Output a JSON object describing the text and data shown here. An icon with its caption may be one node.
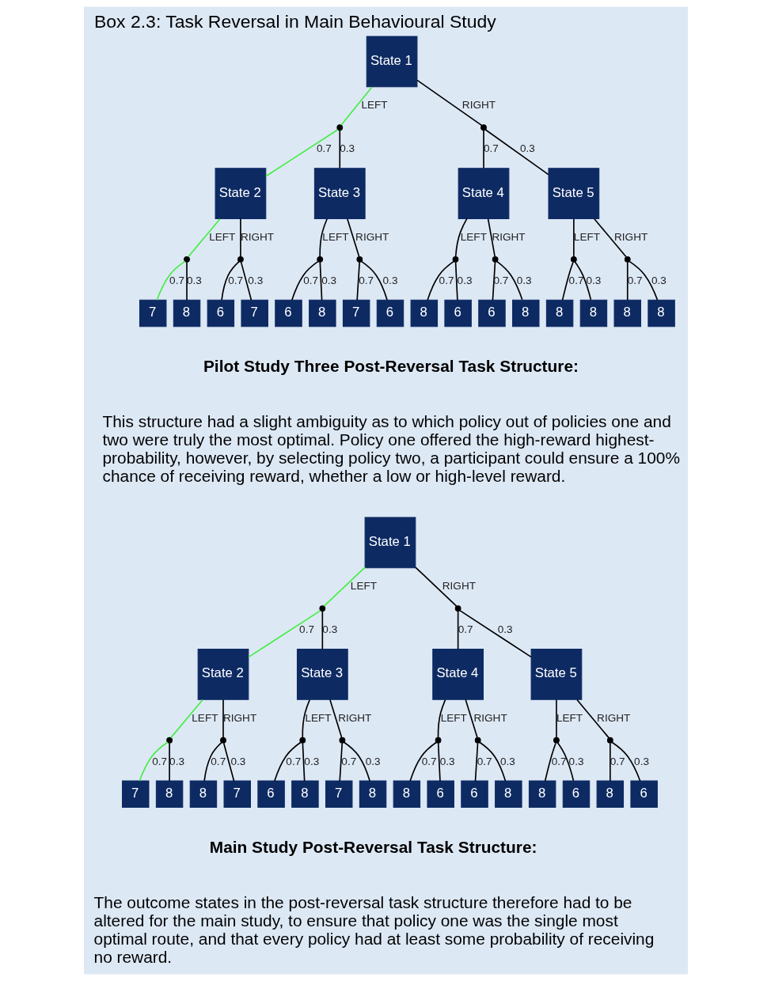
{
  "diagram": {
    "title": "Box 2.3: Task Reversal in Main Behavioural Study",
    "nodes": [
      {
        "text": [
          "State 1"
        ]
      },
      {
        "text": [],
        "shape": "circle"
      },
      {
        "text": [],
        "shape": "circle"
      },
      {
        "text": [
          "State 2"
        ]
      },
      {
        "text": [
          "State 3"
        ]
      },
      {
        "text": [
          "State 4"
        ]
      },
      {
        "text": [
          "State 5"
        ]
      },
      {
        "text": [],
        "shape": "circle"
      },
      {
        "text": [],
        "shape": "circle"
      },
      {
        "text": [],
        "shape": "circle"
      },
      {
        "text": [],
        "shape": "circle"
      },
      {
        "text": [],
        "shape": "circle"
      },
      {
        "text": [],
        "shape": "circle"
      },
      {
        "text": [],
        "shape": "circle"
      },
      {
        "text": [],
        "shape": "circle"
      },
      {
        "text": [
          "7"
        ]
      },
      {
        "text": [
          "8"
        ]
      },
      {
        "text": [
          "6"
        ]
      },
      {
        "text": [
          "7"
        ]
      },
      {
        "text": [
          "6"
        ]
      },
      {
        "text": [
          "8"
        ]
      },
      {
        "text": [
          "7"
        ]
      },
      {
        "text": [
          "6"
        ]
      },
      {
        "text": [
          "8"
        ]
      },
      {
        "text": [
          "6"
        ]
      },
      {
        "text": [
          "6"
        ]
      },
      {
        "text": [
          "8"
        ]
      },
      {
        "text": [
          "8"
        ]
      },
      {
        "text": [
          "8"
        ]
      },
      {
        "text": [
          "8"
        ]
      },
      {
        "text": [
          "8"
        ]
      },
      {
        "text": [
          "State 1"
        ]
      },
      {
        "text": [],
        "shape": "circle"
      },
      {
        "text": [],
        "shape": "circle"
      },
      {
        "text": [
          "State 2"
        ]
      },
      {
        "text": [
          "State 3"
        ]
      },
      {
        "text": [
          "State 4"
        ]
      },
      {
        "text": [
          "State 5"
        ]
      },
      {
        "text": [],
        "shape": "circle"
      },
      {
        "text": [],
        "shape": "circle"
      },
      {
        "text": [],
        "shape": "circle"
      },
      {
        "text": [],
        "shape": "circle"
      },
      {
        "text": [],
        "shape": "circle"
      },
      {
        "text": [],
        "shape": "circle"
      },
      {
        "text": [],
        "shape": "circle"
      },
      {
        "text": [],
        "shape": "circle"
      },
      {
        "text": [
          "7"
        ]
      },
      {
        "text": [
          "8"
        ]
      },
      {
        "text": [
          "8"
        ]
      },
      {
        "text": [
          "7"
        ]
      },
      {
        "text": [
          "6"
        ]
      },
      {
        "text": [
          "8"
        ]
      },
      {
        "text": [
          "7"
        ]
      },
      {
        "text": [
          "8"
        ]
      },
      {
        "text": [
          "8"
        ]
      },
      {
        "text": [
          "6"
        ]
      },
      {
        "text": [
          "6"
        ]
      },
      {
        "text": [
          "8"
        ]
      },
      {
        "text": [
          "8"
        ]
      },
      {
        "text": [
          "6"
        ]
      },
      {
        "text": [
          "8"
        ]
      },
      {
        "text": [
          "6"
        ]
      }
    ],
    "edges": [
      {
        "from": 0,
        "to": 1,
        "arrow": "none",
        "label": "LEFT",
        "color": "#44ee44"
      },
      {
        "from": 0,
        "to": 2,
        "arrow": "none",
        "label": "RIGHT"
      },
      {
        "from": 1,
        "to": 3,
        "arrow": "none",
        "label": "0.7",
        "color": "#44ee44"
      },
      {
        "from": 1,
        "to": 4,
        "arrow": "none",
        "label": "0.3"
      },
      {
        "from": 2,
        "to": 5,
        "arrow": "none",
        "label": "0.7"
      },
      {
        "from": 2,
        "to": 6,
        "arrow": "none",
        "label": "0.3"
      },
      {
        "from": 3,
        "to": 7,
        "arrow": "none",
        "label": "LEFT",
        "color": "#44ee44"
      },
      {
        "from": 3,
        "to": 8,
        "arrow": "none",
        "label": "RIGHT"
      },
      {
        "from": 4,
        "to": 9,
        "arrow": "none",
        "label": "LEFT"
      },
      {
        "from": 4,
        "to": 10,
        "arrow": "none",
        "label": "RIGHT"
      },
      {
        "from": 5,
        "to": 11,
        "arrow": "none",
        "label": "LEFT"
      },
      {
        "from": 5,
        "to": 12,
        "arrow": "none",
        "label": "RIGHT"
      },
      {
        "from": 6,
        "to": 13,
        "arrow": "none",
        "label": "LEFT"
      },
      {
        "from": 6,
        "to": 14,
        "arrow": "none",
        "label": "RIGHT"
      },
      {
        "from": 7,
        "to": 15,
        "arrow": "none",
        "label": "0.7",
        "color": "#44ee44"
      },
      {
        "from": 7,
        "to": 16,
        "arrow": "none",
        "label": "0.3"
      },
      {
        "from": 8,
        "to": 17,
        "arrow": "none",
        "label": "0.7"
      },
      {
        "from": 8,
        "to": 18,
        "arrow": "none",
        "label": "0.3"
      },
      {
        "from": 9,
        "to": 19,
        "arrow": "none",
        "label": "0.7"
      },
      {
        "from": 9,
        "to": 20,
        "arrow": "none",
        "label": "0.3"
      },
      {
        "from": 10,
        "to": 21,
        "arrow": "none",
        "label": "0.7"
      },
      {
        "from": 10,
        "to": 22,
        "arrow": "none",
        "label": "0.3"
      },
      {
        "from": 11,
        "to": 23,
        "arrow": "none",
        "label": "0.7"
      },
      {
        "from": 11,
        "to": 24,
        "arrow": "none",
        "label": "0.3"
      },
      {
        "from": 12,
        "to": 25,
        "arrow": "none",
        "label": "0.7"
      },
      {
        "from": 12,
        "to": 26,
        "arrow": "none",
        "label": "0.3"
      },
      {
        "from": 13,
        "to": 27,
        "arrow": "none",
        "label": "0.7"
      },
      {
        "from": 13,
        "to": 28,
        "arrow": "none",
        "label": "0.3"
      },
      {
        "from": 14,
        "to": 29,
        "arrow": "none",
        "label": "0.7"
      },
      {
        "from": 14,
        "to": 30,
        "arrow": "none",
        "label": "0.3"
      },
      {
        "from": 31,
        "to": 32,
        "arrow": "none",
        "label": "LEFT",
        "color": "#44ee44"
      },
      {
        "from": 31,
        "to": 33,
        "arrow": "none",
        "label": "RIGHT"
      },
      {
        "from": 32,
        "to": 34,
        "arrow": "none",
        "label": "0.7",
        "color": "#44ee44"
      },
      {
        "from": 32,
        "to": 35,
        "arrow": "none",
        "label": "0.3"
      },
      {
        "from": 33,
        "to": 36,
        "arrow": "none",
        "label": "0.7"
      },
      {
        "from": 33,
        "to": 37,
        "arrow": "none",
        "label": "0.3"
      },
      {
        "from": 34,
        "to": 38,
        "arrow": "none",
        "label": "LEFT",
        "color": "#44ee44"
      },
      {
        "from": 34,
        "to": 39,
        "arrow": "none",
        "label": "RIGHT"
      },
      {
        "from": 35,
        "to": 40,
        "arrow": "none",
        "label": "LEFT"
      },
      {
        "from": 35,
        "to": 41,
        "arrow": "none",
        "label": "RIGHT"
      },
      {
        "from": 36,
        "to": 42,
        "arrow": "none",
        "label": "LEFT"
      },
      {
        "from": 36,
        "to": 43,
        "arrow": "none",
        "label": "RIGHT"
      },
      {
        "from": 37,
        "to": 44,
        "arrow": "none",
        "label": "LEFT"
      },
      {
        "from": 37,
        "to": 45,
        "arrow": "none",
        "label": "RIGHT"
      },
      {
        "from": 38,
        "to": 46,
        "arrow": "none",
        "label": "0.7",
        "color": "#44ee44"
      },
      {
        "from": 38,
        "to": 47,
        "arrow": "none",
        "label": "0.3"
      },
      {
        "from": 39,
        "to": 48,
        "arrow": "none",
        "label": "0.7"
      },
      {
        "from": 39,
        "to": 49,
        "arrow": "none",
        "label": "0.3"
      },
      {
        "from": 40,
        "to": 50,
        "arrow": "none",
        "label": "0.7"
      },
      {
        "from": 40,
        "to": 51,
        "arrow": "none",
        "label": "0.3"
      },
      {
        "from": 41,
        "to": 52,
        "arrow": "none",
        "label": "0.7"
      },
      {
        "from": 41,
        "to": 53,
        "arrow": "none",
        "label": "0.3"
      },
      {
        "from": 42,
        "to": 54,
        "arrow": "none",
        "label": "0.7"
      },
      {
        "from": 42,
        "to": 55,
        "arrow": "none",
        "label": "0.3"
      },
      {
        "from": 43,
        "to": 56,
        "arrow": "none",
        "label": "0.7"
      },
      {
        "from": 43,
        "to": 57,
        "arrow": "none",
        "label": "0.3"
      },
      {
        "from": 44,
        "to": 58,
        "arrow": "none",
        "label": "0.7"
      },
      {
        "from": 44,
        "to": 59,
        "arrow": "none",
        "label": "0.3"
      },
      {
        "from": 45,
        "to": 60,
        "arrow": "none",
        "label": "0.7"
      },
      {
        "from": 45,
        "to": 61,
        "arrow": "none",
        "label": "0.3"
      }
    ],
    "labels": [
      "Pilot Study Three Post-Reversal Task Structure:",
      "This structure had a slight ambiguity as to which policy out of policies one and two were truly the most optimal. Policy one offered the high-reward highest-probability, however, by selecting policy two, a participant could ensure a 100% chance of receiving reward, whether a low or high-level reward.",
      "Main Study Post-Reversal Task Structure:",
      "The outcome states in the post-reversal task structure therefore had to be altered for the main study, to ensure that policy one was the single most optimal route, and that every policy had at least some probability of receiving no reward."
    ]
  }
}
